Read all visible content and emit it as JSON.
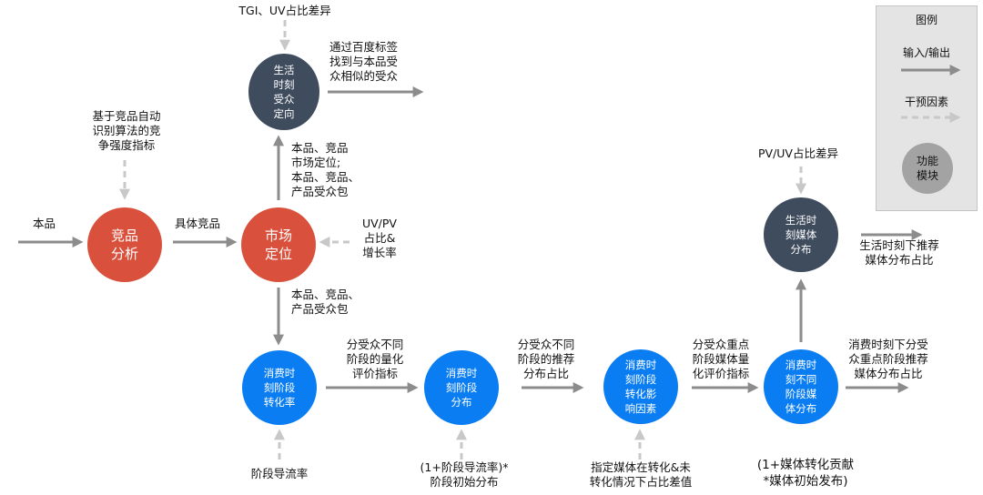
{
  "nodes": {
    "competitor_analysis": "竞品\n分析",
    "market_positioning": "市场\n定位",
    "life_moment_targeting": "生活\n时刻\n受众\n定向",
    "consumption_stage_conversion": "消费时\n刻阶段\n转化率",
    "consumption_stage_distribution": "消费时\n刻阶段\n分布",
    "stage_conversion_factors": "消费时\n刻阶段\n转化影\n响因素",
    "consumption_stage_media_distribution": "消费时\n刻不同\n阶段媒\n体分布",
    "life_moment_media_distribution": "生活时\n刻媒体\n分布"
  },
  "labels": {
    "input_product": "本品",
    "specific_competitors": "具体竞品",
    "competitor_algorithm": "基于竞品自动\n识别算法的竞\n争强度指标",
    "tgi_uv_diff": "TGI、UV占比差异",
    "baidu_tags": "通过百度标签\n找到与本品受\n众相似的受众",
    "positioning_up": "本品、竞品\n市场定位;\n本品、竞品、\n产品受众包",
    "uv_pv_growth": "UV/PV\n占比&\n增长率",
    "positioning_down": "本品、竞品、\n产品受众包",
    "stage_flow_rate": "阶段导流率",
    "stage_quant_metrics": "分受众不同\n阶段的量化\n评价指标",
    "stage_recommend_share": "分受众不同\n阶段的推荐\n分布占比",
    "stage_initial_dist": "(1+阶段导流率)*\n阶段初始分布",
    "media_quant_metrics": "分受众重点\n阶段媒体量\n化评价指标",
    "media_diff_value": "指定媒体在转化&未\n转化情况下占比差值",
    "media_contribution": "(1+媒体转化贡献\n*媒体初始发布)",
    "stage_media_recommend": "消费时刻下分受\n众重点阶段推荐\n媒体分布占比",
    "pv_uv_diff": "PV/UV占比差异",
    "life_media_recommend": "生活时刻下推荐\n媒体分布占比"
  },
  "legend": {
    "title": "图例",
    "io_label": "输入/输出",
    "interference_label": "干预因素",
    "module_label": "功能\n模块"
  },
  "colors": {
    "red_node": "#d9513c",
    "blue_node": "#0a7df2",
    "slate_node": "#3f4c5e",
    "arrow_solid": "#8c8c8c",
    "arrow_dashed": "#c8c8c8",
    "legend_bg": "#e4e4e4"
  }
}
